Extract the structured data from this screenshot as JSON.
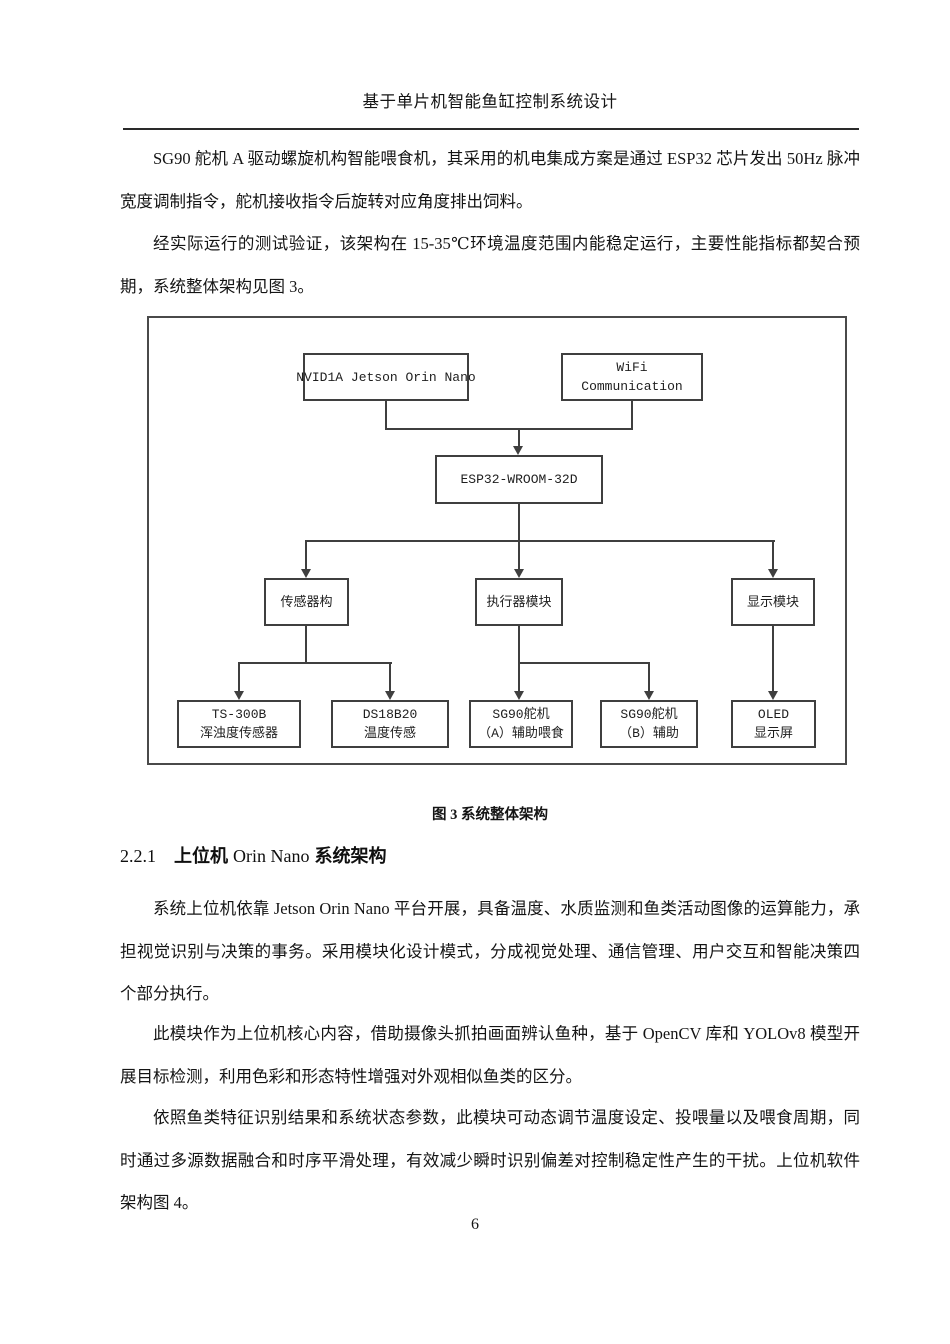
{
  "page": {
    "header_title": "基于单片机智能鱼缸控制系统设计",
    "page_number": "6"
  },
  "paragraphs": {
    "p1": "SG90 舵机 A 驱动螺旋机构智能喂食机，其采用的机电集成方案是通过 ESP32 芯片发出 50Hz 脉冲宽度调制指令，舵机接收指令后旋转对应角度排出饲料。",
    "p2": "经实际运行的测试验证，该架构在 15-35℃环境温度范围内能稳定运行，主要性能指标都契合预期，系统整体架构见图 3。",
    "p3": "系统上位机依靠 Jetson Orin Nano 平台开展，具备温度、水质监测和鱼类活动图像的运算能力，承担视觉识别与决策的事务。采用模块化设计模式，分成视觉处理、通信管理、用户交互和智能决策四个部分执行。",
    "p4": "此模块作为上位机核心内容，借助摄像头抓拍画面辨认鱼种，基于 OpenCV 库和 YOLOv8 模型开展目标检测，利用色彩和形态特性增强对外观相似鱼类的区分。",
    "p5": "依照鱼类特征识别结果和系统状态参数，此模块可动态调节温度设定、投喂量以及喂食周期，同时通过多源数据融合和时序平滑处理，有效减少瞬时识别偏差对控制稳定性产生的干扰。上位机软件架构图 4。"
  },
  "figure": {
    "caption": "图 3  系统整体架构",
    "nodes": {
      "nvidia": "NVID1A Jetson Orin Nano",
      "wifi_line1": "WiFi",
      "wifi_line2": "Communication",
      "esp32": "ESP32-WROOM-32D",
      "sensor_group": "传感器构",
      "actuator_module": "执行器模块",
      "display_module": "显示模块",
      "ts300b_line1": "TS-300B",
      "ts300b_line2": "浑浊度传感器",
      "ds18b20_line1": "DS18B20",
      "ds18b20_line2": "温度传感",
      "sg90a_line1": "SG90舵机",
      "sg90a_line2": "（A）辅助喂食",
      "sg90b_line1": "SG90舵机",
      "sg90b_line2": "（B）辅助",
      "oled_line1": "OLED",
      "oled_line2": "显示屏"
    }
  },
  "section": {
    "number": "2.2.1",
    "title_cn_1": "上位机",
    "title_en": "Orin Nano",
    "title_cn_2": "系统架构"
  }
}
